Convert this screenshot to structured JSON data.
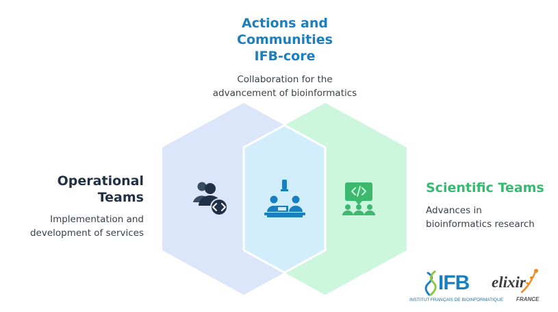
{
  "top": {
    "title": "Actions and\nCommunities\nIFB-core",
    "description": "Collaboration for the\nadvancement of bioinformatics"
  },
  "left": {
    "title": "Operational\nTeams",
    "description": "Implementation and\ndevelopment of services"
  },
  "right": {
    "title": "Scientific Teams",
    "description": "Advances in\nbioinformatics research"
  },
  "logos": {
    "ifb": "IFB",
    "ifb_sub": "INSTITUT FRANÇAIS DE BIOINFORMATIQUE",
    "elixir": "elixir",
    "elixir_sub": "FRANCE"
  },
  "colors": {
    "left_hex": "#dbe6fa",
    "right_hex": "#cdf6df",
    "center_hex": "#d2eefc",
    "top_title": "#1a7fbf",
    "left_title": "#1f3047",
    "right_title": "#35bb6f",
    "icon_dark": "#1f3047",
    "icon_blue": "#1a7fbf",
    "icon_green": "#3cb96f"
  }
}
